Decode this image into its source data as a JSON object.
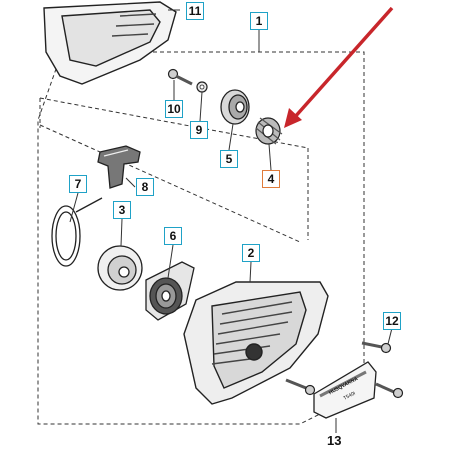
{
  "callouts": [
    {
      "id": "1",
      "highlight": false
    },
    {
      "id": "2",
      "highlight": false
    },
    {
      "id": "3",
      "highlight": false
    },
    {
      "id": "4",
      "highlight": true
    },
    {
      "id": "5",
      "highlight": false
    },
    {
      "id": "6",
      "highlight": false
    },
    {
      "id": "7",
      "highlight": false
    },
    {
      "id": "8",
      "highlight": false
    },
    {
      "id": "9",
      "highlight": false
    },
    {
      "id": "10",
      "highlight": false
    },
    {
      "id": "11",
      "highlight": false
    },
    {
      "id": "12",
      "highlight": false
    },
    {
      "id": "13",
      "highlight": false
    }
  ],
  "decal": {
    "brand_text": "HUSQVARNA",
    "model_text": "T540i"
  },
  "colors": {
    "callout_border": "#1fa2c7",
    "highlight_border": "#e07b3a",
    "arrow": "#c8262b"
  }
}
